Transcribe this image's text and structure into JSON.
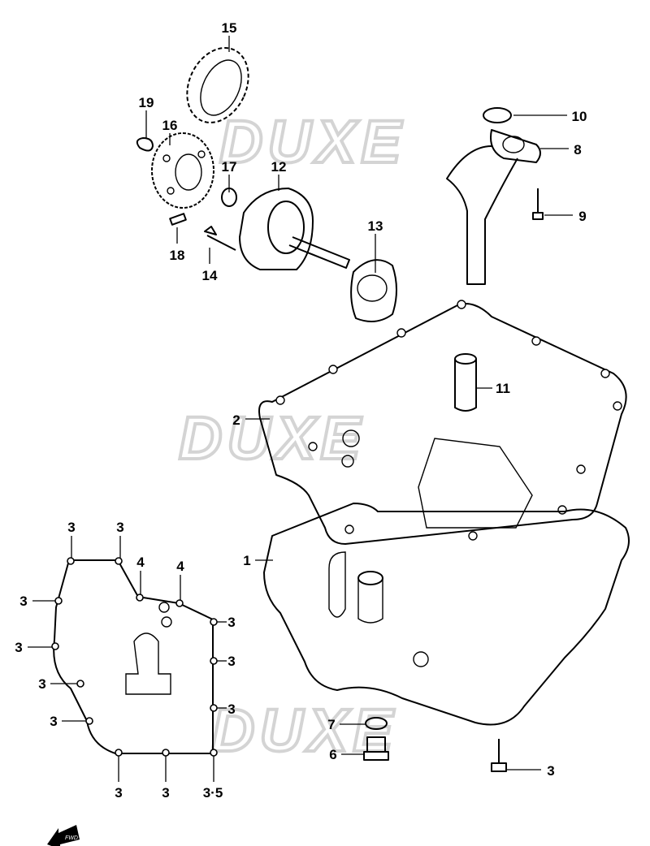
{
  "watermark": "DUXE",
  "callouts": [
    "15",
    "19",
    "16",
    "17",
    "12",
    "13",
    "18",
    "14",
    "10",
    "8",
    "9",
    "11",
    "2",
    "1",
    "3",
    "3",
    "4",
    "4",
    "3",
    "3",
    "3",
    "3",
    "3",
    "3",
    "3",
    "3",
    "3",
    "3·5",
    "7",
    "6",
    "3"
  ],
  "direction_marker": "FWD"
}
